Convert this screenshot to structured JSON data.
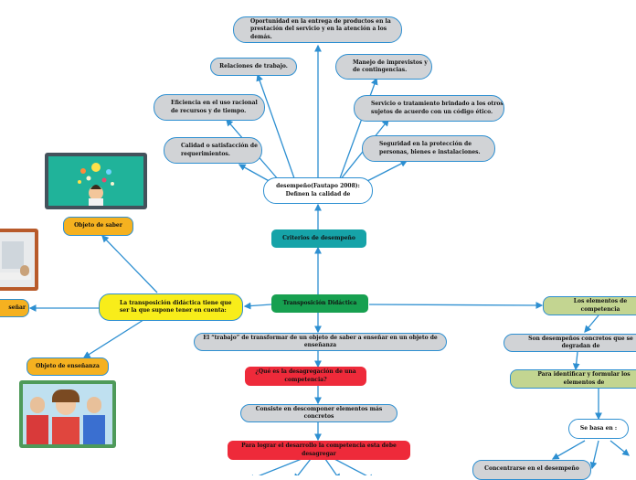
{
  "nodes": {
    "oportunidad": "Oportunidad en la entrega de productos en la prestación del servicio y en la atención a los demás.",
    "relaciones": "Relaciones de trabajo.",
    "manejo": "Manejo de imprevistos y de contingencias.",
    "eficiencia": "Eficiencia en el uso racional de recursos y de tiempo.",
    "servicio": "Servicio o tratamiento brindado a los otros sujetos de acuerdo con un código ético.",
    "calidad": "Calidad o satisfacción de requerimientos.",
    "seguridad": "Seguridad en la protección de personas, bienes e instalaciones.",
    "desempeno": "desempeño(Fautapo 2008): Definen la calidad de",
    "criterios": "Criterios de desempeño",
    "objeto_saber": "Objeto de saber",
    "transposicion_supone": "La transposición didáctica tiene que ser la que supone tener en cuenta:",
    "enseñar_cut": "señar",
    "objeto_ensenanza": "Objeto de enseñanza",
    "transposicion": "Transposición Didáctica",
    "elementos": "Los elementos de competencia",
    "trabajo": "El “trabajo” de transformar de un objeto de saber a enseñar en un objeto de enseñanza",
    "desempenos_concretos": "Son desempeños concretos que se degradan de",
    "identificar": "Para identificar y formular los elementos de",
    "que_es": "¿Qué es la desagregación de una competencia?",
    "consiste": "Consiste en descomponer elementos más concretos",
    "se_basa": "Se basa en :",
    "lograr": "Para lograr el desarrollo la competencia esta debe desagregar",
    "concentrarse": "Concentrarse en el desempeño"
  },
  "colors": {
    "edge": "#2d8fd1",
    "gray": "#d1d3d6",
    "teal": "#16a3a8",
    "green": "#17a050",
    "yellow": "#f8ed1a",
    "orange": "#f5b120",
    "red": "#ee2a3a",
    "olive": "#c3d591"
  },
  "images": [
    "teacher-idea-illustration",
    "classroom-photo",
    "children-photo"
  ]
}
